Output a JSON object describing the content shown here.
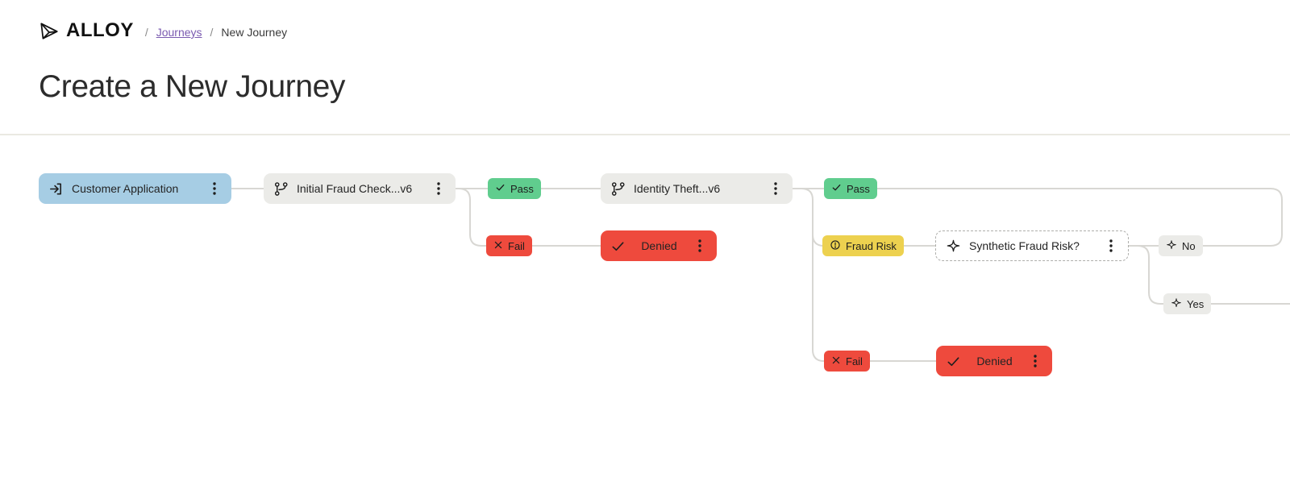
{
  "header": {
    "logo_text": "ALLOY",
    "breadcrumb": {
      "separator": "/",
      "journeys": "Journeys",
      "separator2": "/",
      "current": "New Journey"
    },
    "title": "Create a New Journey"
  },
  "flow": {
    "nodes": {
      "customer_application": {
        "label": "Customer Application",
        "icon": "login-arrow-icon",
        "color": "#a6cde4"
      },
      "initial_fraud_check": {
        "label": "Initial Fraud Check...v6",
        "icon": "branch-icon",
        "color": "#ebebe8"
      },
      "identity_theft": {
        "label": "Identity Theft...v6",
        "icon": "branch-icon",
        "color": "#ebebe8"
      },
      "denied_1": {
        "label": "Denied",
        "icon": "check-icon",
        "color": "#ee4a3d"
      },
      "synthetic_fraud_risk": {
        "label": "Synthetic Fraud Risk?",
        "icon": "sparkle-icon",
        "color": "#ffffff",
        "border": "dashed"
      },
      "denied_2": {
        "label": "Denied",
        "icon": "check-icon",
        "color": "#ee4a3d"
      }
    },
    "tags": {
      "pass_1": {
        "label": "Pass",
        "icon": "check-icon",
        "color": "#60cd8e"
      },
      "fail_1": {
        "label": "Fail",
        "icon": "x-icon",
        "color": "#ee4a3d"
      },
      "pass_2": {
        "label": "Pass",
        "icon": "check-icon",
        "color": "#60cd8e"
      },
      "fraud_risk": {
        "label": "Fraud Risk",
        "icon": "alert-circle-icon",
        "color": "#edd14f"
      },
      "no": {
        "label": "No",
        "icon": "sparkle-icon",
        "color": "#ebebe8"
      },
      "yes": {
        "label": "Yes",
        "icon": "sparkle-icon",
        "color": "#ebebe8"
      },
      "fail_2": {
        "label": "Fail",
        "icon": "x-icon",
        "color": "#ee4a3d"
      }
    },
    "colors": {
      "edge": "#d8d7d3",
      "link_purple": "#7a5ab0",
      "divider": "#eae9e2",
      "text": "#242424"
    }
  }
}
